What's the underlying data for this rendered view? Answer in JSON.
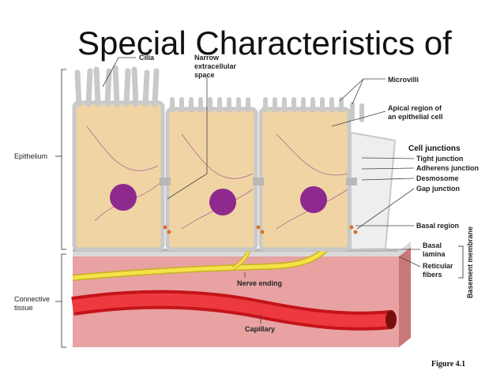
{
  "title": "Special Characteristics of",
  "figure_label": "Figure 4.1",
  "colors": {
    "cytoplasm": "#f1d4a4",
    "cell_border": "#c9c9c9",
    "nucleus": "#8e2a8e",
    "connective": "#e8a2a2",
    "capillary": "#e5252a",
    "nerve": "#f0dc3a",
    "basement": "#dcdcdc"
  },
  "labels": {
    "cilia": "Cilia",
    "narrow_space": [
      "Narrow",
      "extracellular",
      "space"
    ],
    "microvilli": "Microvilli",
    "apical_region": [
      "Apical region of",
      "an epithelial cell"
    ],
    "cell_junctions_header": "Cell junctions",
    "tight_junction": "Tight junction",
    "adherens_junction": "Adherens junction",
    "desmosome": "Desmosome",
    "gap_junction": "Gap junction",
    "basal_region": "Basal region",
    "basal_lamina": [
      "Basal",
      "lamina"
    ],
    "reticular_fibers": [
      "Reticular",
      "fibers"
    ],
    "basement_membrane": "Basement membrane",
    "epithelium": "Epithelium",
    "connective_tissue": [
      "Connective",
      "tissue"
    ],
    "nerve_ending": "Nerve ending",
    "capillary": "Capillary"
  }
}
